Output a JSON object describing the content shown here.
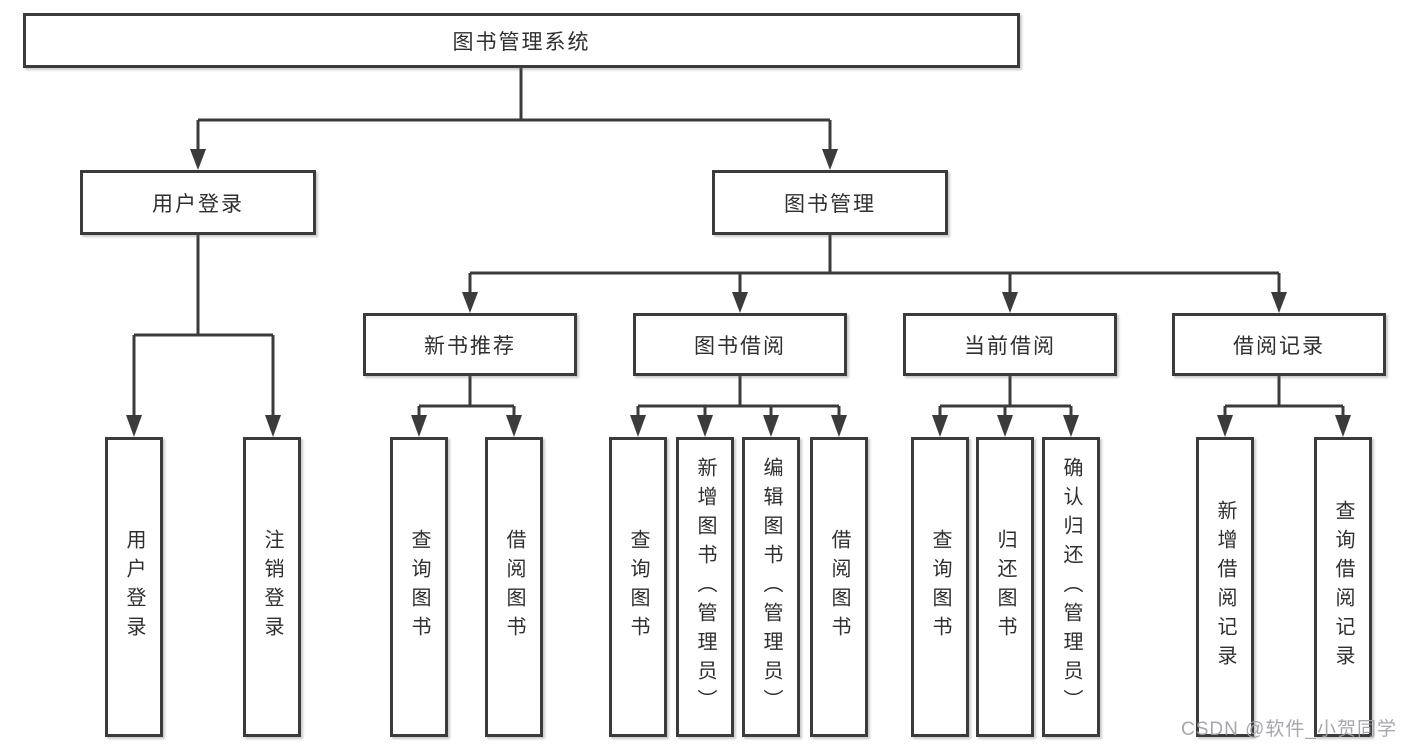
{
  "tree": {
    "root": {
      "label": "图书管理系统",
      "children": [
        {
          "label": "用户登录",
          "children": [
            {
              "label": "用户登录"
            },
            {
              "label": "注销登录"
            }
          ]
        },
        {
          "label": "图书管理",
          "children": [
            {
              "label": "新书推荐",
              "children": [
                {
                  "label": "查询图书"
                },
                {
                  "label": "借阅图书"
                }
              ]
            },
            {
              "label": "图书借阅",
              "children": [
                {
                  "label": "查询图书"
                },
                {
                  "label": "新增图书（管理员）"
                },
                {
                  "label": "编辑图书（管理员）"
                },
                {
                  "label": "借阅图书"
                }
              ]
            },
            {
              "label": "当前借阅",
              "children": [
                {
                  "label": "查询图书"
                },
                {
                  "label": "归还图书"
                },
                {
                  "label": "确认归还（管理员）"
                }
              ]
            },
            {
              "label": "借阅记录",
              "children": [
                {
                  "label": "新增借阅记录"
                },
                {
                  "label": "查询借阅记录"
                }
              ]
            }
          ]
        }
      ]
    }
  },
  "watermark": "CSDN @软件_小贺同学",
  "colors": {
    "line": "#3b3b3b",
    "text": "#2f2f2f",
    "watermark": "#9fa0a6",
    "background": "#ffffff"
  }
}
